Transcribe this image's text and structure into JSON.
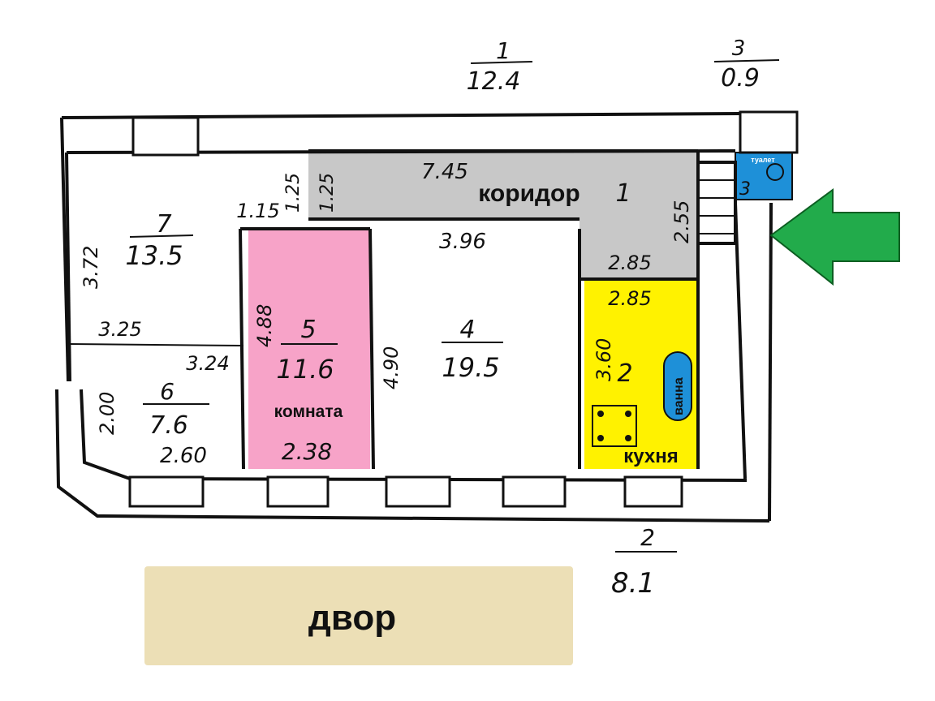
{
  "plan": {
    "top_area": {
      "num": "1",
      "area": "12.4"
    },
    "top_right_area": {
      "num": "3",
      "area": "0.9"
    },
    "bottom_area": {
      "num": "2",
      "area": "8.1"
    },
    "rooms": {
      "r7": {
        "num": "7",
        "area": "13.5"
      },
      "r6": {
        "num": "6",
        "area": "7.6"
      },
      "r5": {
        "num": "5",
        "area": "11.6"
      },
      "r4": {
        "num": "4",
        "area": "19.5"
      },
      "r2": {
        "num": "2"
      },
      "r1": {
        "num": "1"
      },
      "r3": {
        "num": "3"
      }
    },
    "dims": {
      "d745": "7.45",
      "d125": "1.25",
      "d125b": "1.25",
      "d115": "1.15",
      "d372": "3.72",
      "d325": "3.25",
      "d324": "3.24",
      "d200": "2.00",
      "d260": "2.60",
      "d488": "4.88",
      "d238": "2.38",
      "d490": "4.90",
      "d396": "3.96",
      "d285a": "2.85",
      "d285b": "2.85",
      "d255": "2.55",
      "d360": "3.60"
    },
    "labels": {
      "corridor": "коридор",
      "room": "комната",
      "kitchen": "кухня",
      "bath": "ванна",
      "toilet": "туалет",
      "yard": "двор"
    },
    "colors": {
      "corridor": "#c8c8c8",
      "room": "#f7a3c8",
      "kitchen": "#fff200",
      "toilet": "#1e90d8",
      "bath": "#1e90d8",
      "arrow": "#22ab4b",
      "yard": "#ecdfb6"
    }
  }
}
